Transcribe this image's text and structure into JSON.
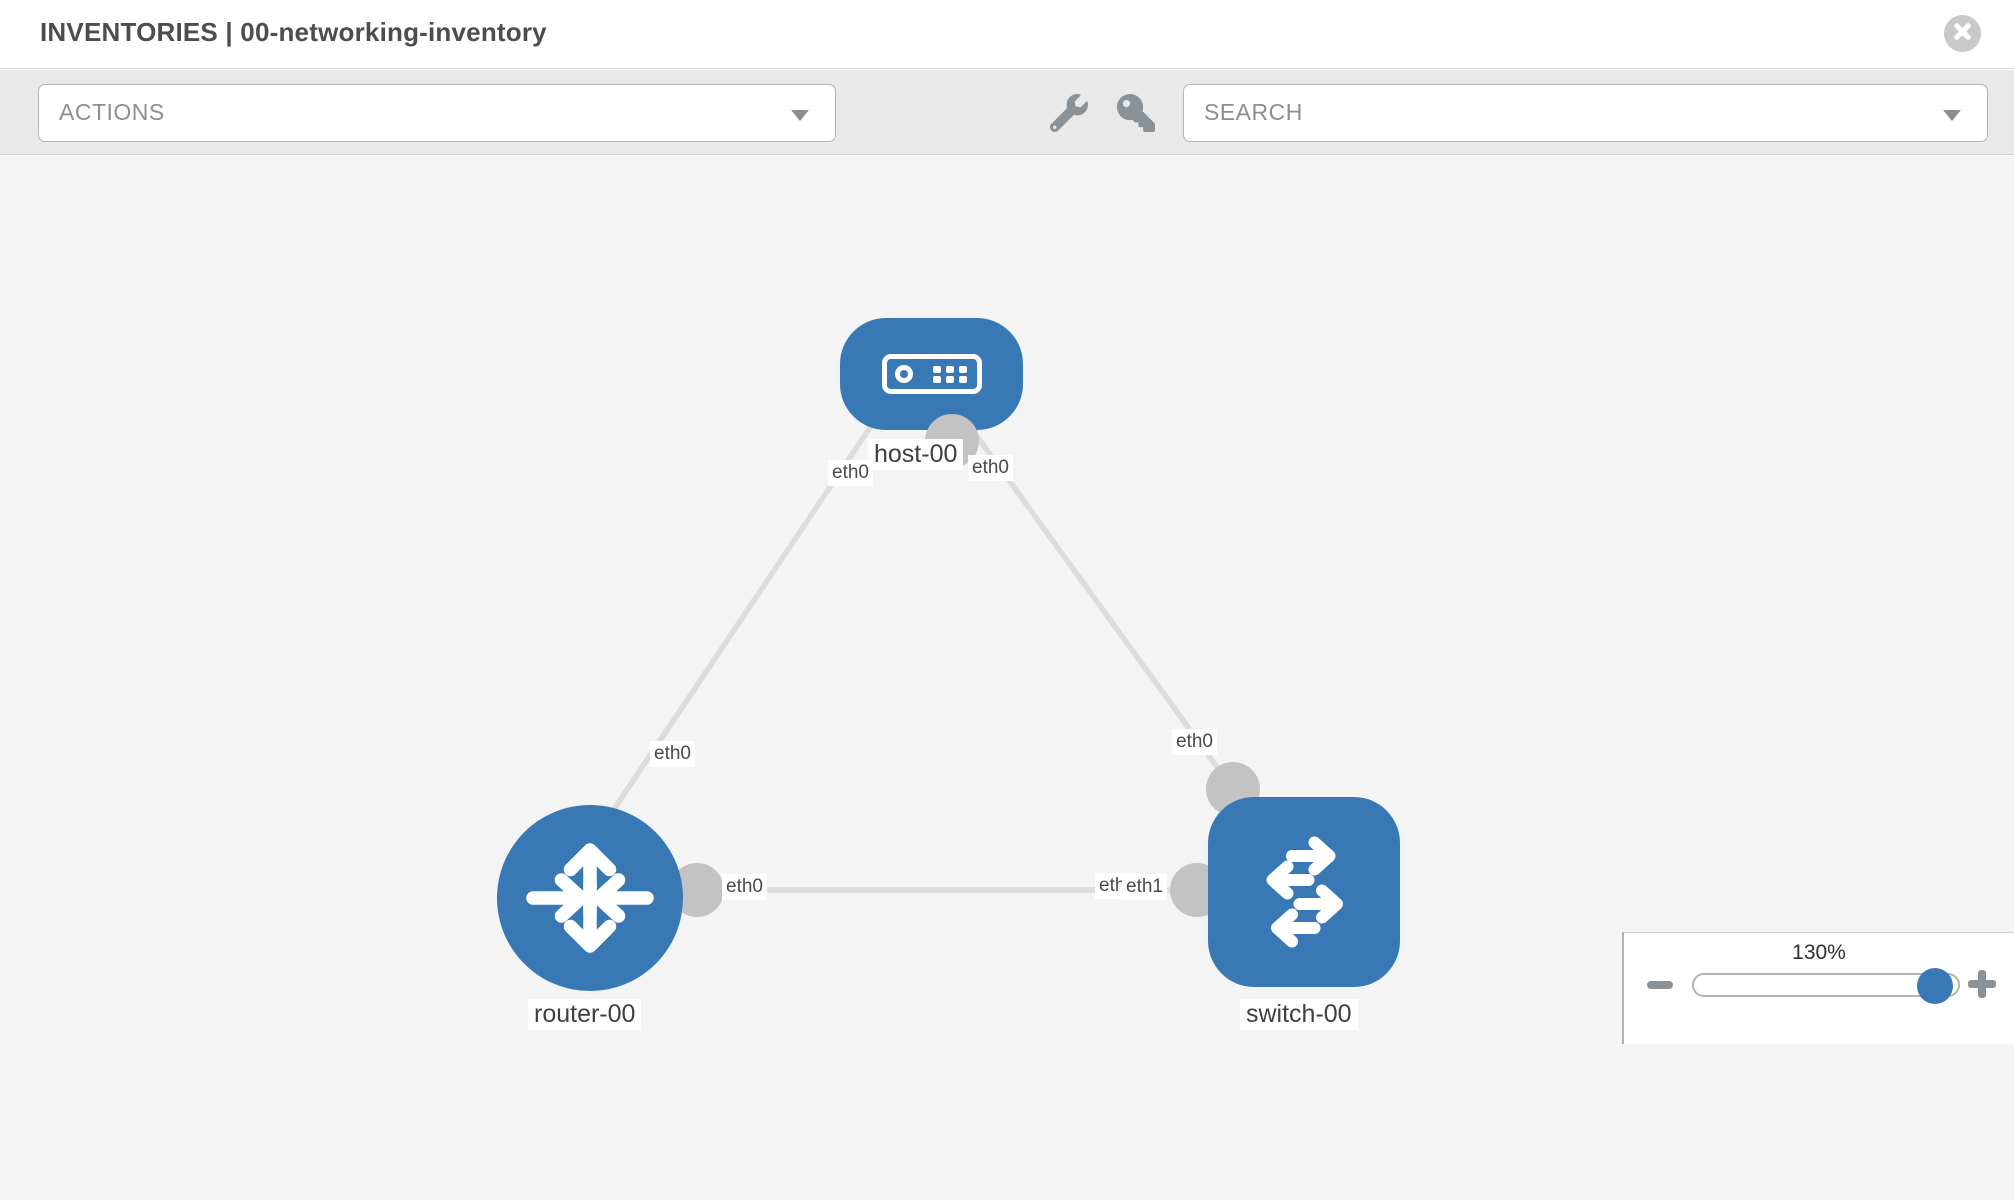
{
  "header": {
    "title": "INVENTORIES | 00-networking-inventory"
  },
  "toolbar": {
    "actions_label": "ACTIONS",
    "search_label": "SEARCH"
  },
  "topology": {
    "nodes": [
      {
        "name": "host-00",
        "type": "host"
      },
      {
        "name": "router-00",
        "type": "router"
      },
      {
        "name": "switch-00",
        "type": "switch"
      }
    ],
    "links": [
      {
        "source": "host-00",
        "source_interface": "eth0",
        "target": "router-00",
        "target_interface": "eth0"
      },
      {
        "source": "host-00",
        "source_interface": "eth0",
        "target": "switch-00",
        "target_interface": "eth0"
      },
      {
        "source": "router-00",
        "source_interface": "eth0",
        "target": "switch-00",
        "target_interface": "eth1",
        "overlapped_label": "eth0"
      }
    ]
  },
  "zoom_control": {
    "value": "130%"
  },
  "icons": {
    "header_close": "close-icon",
    "toolbar": [
      "wrench-icon",
      "key-icon"
    ],
    "zoom": [
      "minus-icon",
      "plus-icon"
    ]
  },
  "colors": {
    "node_blue": "#3879b5",
    "link_gray": "#dcdcdc",
    "interface_gray": "#c3c3c3",
    "canvas_bg": "#f4f4f4",
    "toolbar_bg": "#e9e9e9"
  }
}
